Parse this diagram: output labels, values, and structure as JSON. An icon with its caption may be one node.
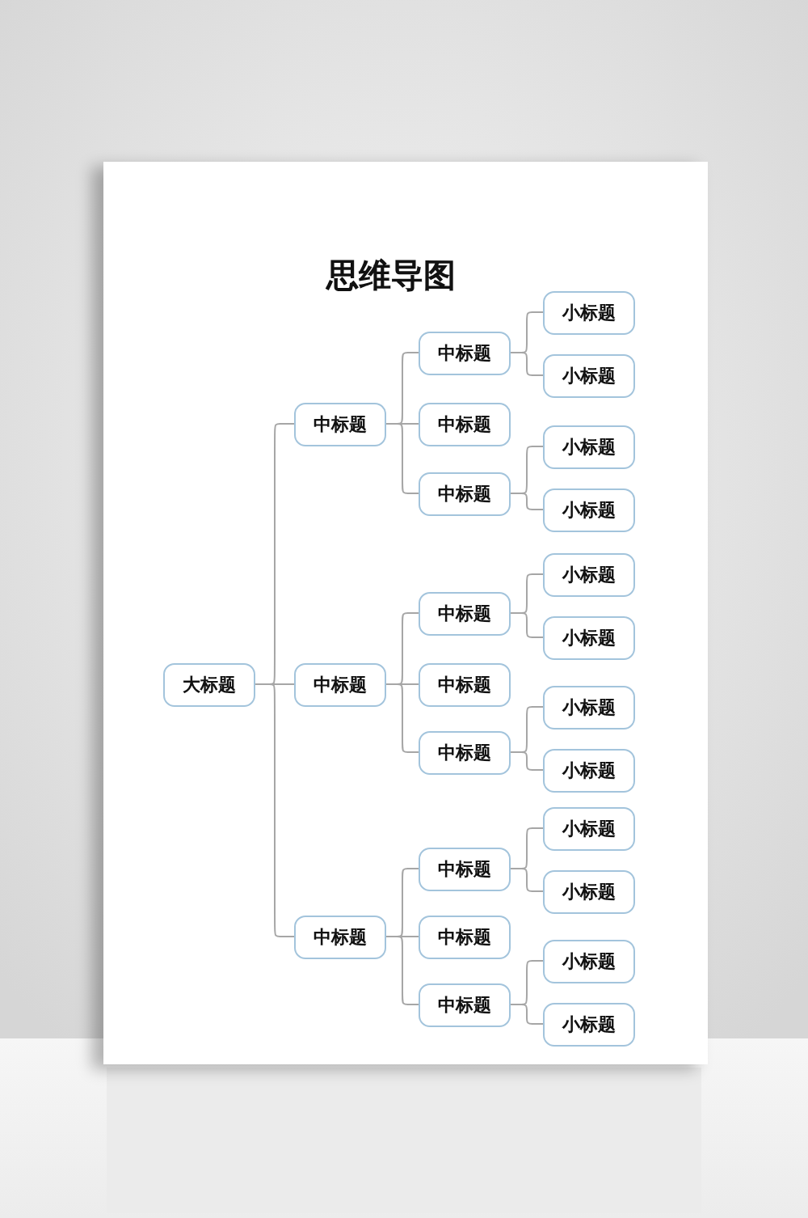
{
  "diagram": {
    "title": "思维导图",
    "nodes": [
      {
        "text": [
          "大标题"
        ]
      },
      {
        "text": [
          "中标题"
        ]
      },
      {
        "text": [
          "中标题"
        ]
      },
      {
        "text": [
          "小标题"
        ]
      },
      {
        "text": [
          "小标题"
        ]
      },
      {
        "text": [
          "中标题"
        ]
      },
      {
        "text": [
          "中标题"
        ]
      },
      {
        "text": [
          "小标题"
        ]
      },
      {
        "text": [
          "小标题"
        ]
      },
      {
        "text": [
          "中标题"
        ]
      },
      {
        "text": [
          "中标题"
        ]
      },
      {
        "text": [
          "小标题"
        ]
      },
      {
        "text": [
          "小标题"
        ]
      },
      {
        "text": [
          "中标题"
        ]
      },
      {
        "text": [
          "中标题"
        ]
      },
      {
        "text": [
          "小标题"
        ]
      },
      {
        "text": [
          "小标题"
        ]
      },
      {
        "text": [
          "中标题"
        ]
      },
      {
        "text": [
          "中标题"
        ]
      },
      {
        "text": [
          "小标题"
        ]
      },
      {
        "text": [
          "小标题"
        ]
      },
      {
        "text": [
          "中标题"
        ]
      },
      {
        "text": [
          "中标题"
        ]
      },
      {
        "text": [
          "小标题"
        ]
      },
      {
        "text": [
          "小标题"
        ]
      }
    ],
    "edges": [
      {
        "from": 0,
        "to": 1,
        "arrow": "none"
      },
      {
        "from": 0,
        "to": 9,
        "arrow": "none"
      },
      {
        "from": 0,
        "to": 17,
        "arrow": "none"
      },
      {
        "from": 1,
        "to": 2,
        "arrow": "none"
      },
      {
        "from": 1,
        "to": 5,
        "arrow": "none"
      },
      {
        "from": 1,
        "to": 6,
        "arrow": "none"
      },
      {
        "from": 2,
        "to": 3,
        "arrow": "none"
      },
      {
        "from": 2,
        "to": 4,
        "arrow": "none"
      },
      {
        "from": 6,
        "to": 7,
        "arrow": "none"
      },
      {
        "from": 6,
        "to": 8,
        "arrow": "none"
      },
      {
        "from": 9,
        "to": 10,
        "arrow": "none"
      },
      {
        "from": 9,
        "to": 13,
        "arrow": "none"
      },
      {
        "from": 9,
        "to": 14,
        "arrow": "none"
      },
      {
        "from": 10,
        "to": 11,
        "arrow": "none"
      },
      {
        "from": 10,
        "to": 12,
        "arrow": "none"
      },
      {
        "from": 14,
        "to": 15,
        "arrow": "none"
      },
      {
        "from": 14,
        "to": 16,
        "arrow": "none"
      },
      {
        "from": 17,
        "to": 18,
        "arrow": "none"
      },
      {
        "from": 17,
        "to": 21,
        "arrow": "none"
      },
      {
        "from": 17,
        "to": 22,
        "arrow": "none"
      },
      {
        "from": 18,
        "to": 19,
        "arrow": "none"
      },
      {
        "from": 18,
        "to": 20,
        "arrow": "none"
      },
      {
        "from": 22,
        "to": 23,
        "arrow": "none"
      },
      {
        "from": 22,
        "to": 24,
        "arrow": "none"
      }
    ]
  }
}
